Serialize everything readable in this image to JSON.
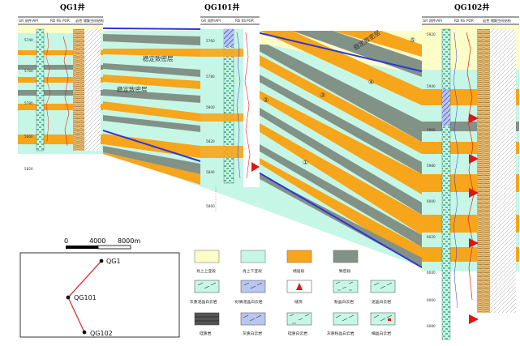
{
  "wells": [
    {
      "id": "qg1",
      "name": "QG1井",
      "header": [
        "GR 测井/API",
        "RD RS",
        "POR",
        "岩性 储集空间结构"
      ],
      "depths": [
        "5740",
        "5760",
        "5780",
        "5800",
        "5820"
      ]
    },
    {
      "id": "qg101",
      "name": "QG101井",
      "header": [
        "GR 测井/API",
        "RD RS",
        "POR"
      ],
      "depths": [
        "5760",
        "5780",
        "5800",
        "5820",
        "5840",
        "5860"
      ]
    },
    {
      "id": "qg102",
      "name": "QG102井",
      "header": [
        "GR 测井/API",
        "RD RS",
        "POR",
        "岩性 储集空间结构"
      ],
      "depths": [
        "5920",
        "5940",
        "5960",
        "5980",
        "6000",
        "6020",
        "6040",
        "6060",
        "6080"
      ]
    }
  ],
  "layer_labels": [
    "稳定致密层",
    "稳定致密层",
    "稳定致密层"
  ],
  "zone_numbers": [
    "①",
    "②",
    "③",
    "④",
    "⑤"
  ],
  "colors": {
    "upper_upper": "#fdfdc8",
    "upper_lower": "#c6f7e6",
    "reservoir": "#f7a51b",
    "tight": "#839287",
    "boundary": "#2b36d8"
  },
  "scale": {
    "start": "0",
    "mid": "4000",
    "end": "8000m"
  },
  "map": {
    "wells": [
      "QG1",
      "QG101",
      "QG102"
    ]
  },
  "legend_row1": [
    {
      "label": "肖上上亚段",
      "key": "upper_upper"
    },
    {
      "label": "肖上下亚段",
      "key": "upper_lower"
    },
    {
      "label": "储层段",
      "key": "reservoir"
    },
    {
      "label": "致密段",
      "key": "tight"
    }
  ],
  "legend_row2": [
    {
      "label": "灰质泥晶白云岩",
      "icon": "limy-micrite-dolomite-icon"
    },
    {
      "label": "砂屑泥晶白云岩",
      "icon": "sandy-micrite-dolomite-icon"
    },
    {
      "label": "缝洞",
      "icon": "fracture-vug-icon"
    },
    {
      "label": "粉晶白云岩",
      "icon": "silt-crystal-dolomite-icon"
    },
    {
      "label": "泥晶白云岩",
      "icon": "micrite-dolomite-icon"
    }
  ],
  "legend_row3": [
    {
      "label": "硅质岩",
      "icon": "siliceous-rock-icon"
    },
    {
      "label": "灰质白云岩",
      "icon": "limy-dolomite-icon"
    },
    {
      "label": "硅质白云岩",
      "icon": "siliceous-dolomite-icon"
    },
    {
      "label": "灰质粉晶白云岩",
      "icon": "limy-silt-dolomite-icon"
    },
    {
      "label": "细晶白云岩",
      "icon": "fine-crystal-dolomite-icon"
    }
  ]
}
